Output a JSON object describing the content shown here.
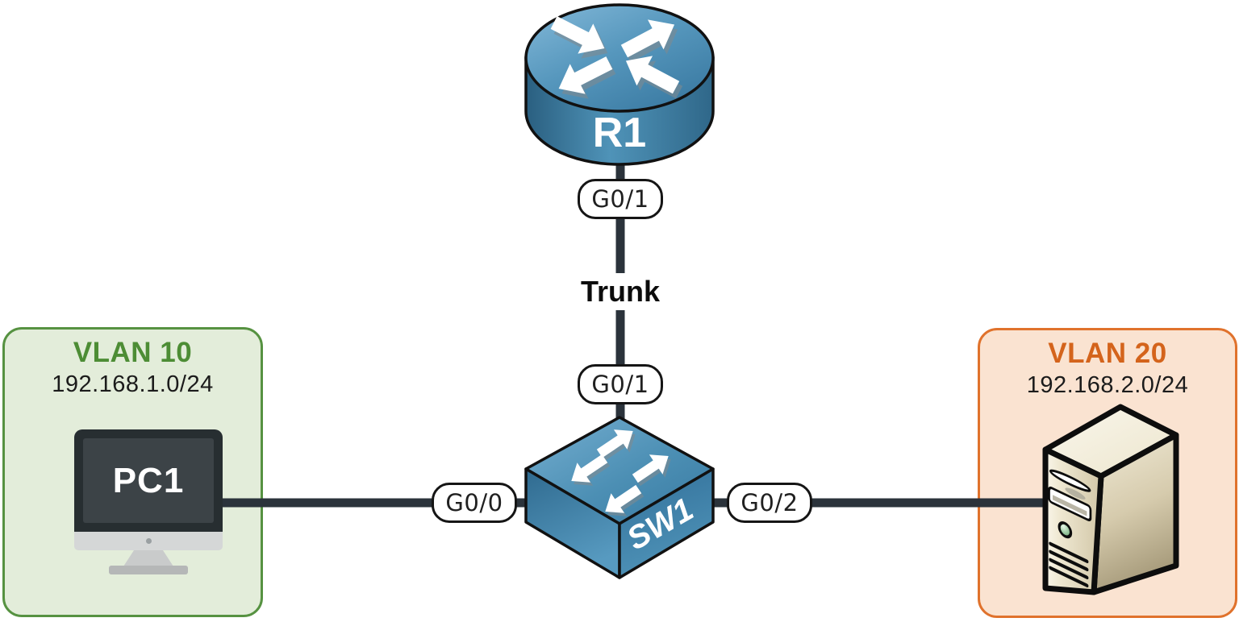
{
  "diagram": {
    "type": "network-topology",
    "trunk_link_label": "Trunk"
  },
  "devices": {
    "router": {
      "name": "R1",
      "port": "G0/1",
      "icon": "router-arrows-icon"
    },
    "switch": {
      "name": "SW1",
      "icon": "switch-arrows-icon",
      "ports": {
        "top": "G0/1",
        "left": "G0/0",
        "right": "G0/2"
      }
    },
    "pc": {
      "name": "PC1",
      "icon": "imac-icon"
    },
    "server": {
      "icon": "tower-server-icon"
    }
  },
  "vlans": {
    "vlan10": {
      "title": "VLAN 10",
      "subnet": "192.168.1.0/24",
      "title_color": "#4d8d35",
      "border_color": "#569241",
      "fill_color": "#e3edda"
    },
    "vlan20": {
      "title": "VLAN 20",
      "subnet": "192.168.2.0/24",
      "title_color": "#d4641c",
      "border_color": "#e0722c",
      "fill_color": "#fae3d1"
    }
  },
  "colors": {
    "link": "#2b333b",
    "device_blue_light": "#6fa9cc",
    "device_blue_dark": "#2e6b90",
    "outline": "#111111",
    "server_beige": "#e9e2c9"
  }
}
